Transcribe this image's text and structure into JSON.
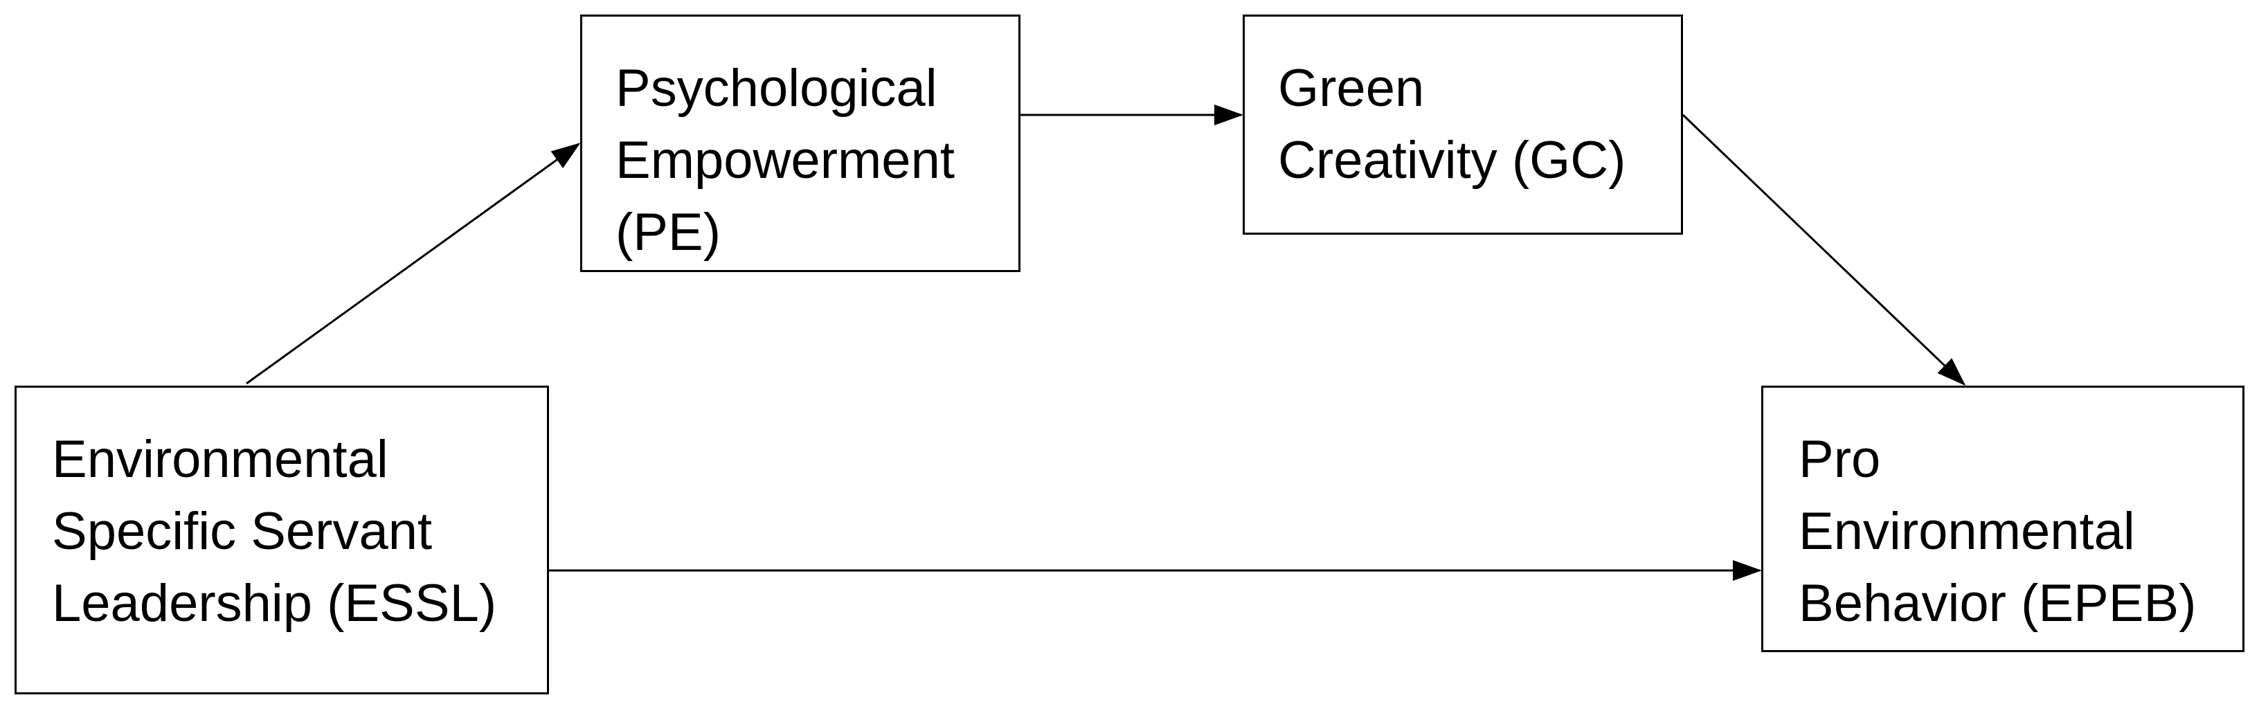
{
  "diagram": {
    "nodes": [
      {
        "id": "pe",
        "lines": [
          "Psychological",
          "Empowerment",
          "(PE)"
        ]
      },
      {
        "id": "gc",
        "lines": [
          "Green",
          "Creativity (GC)"
        ]
      },
      {
        "id": "essl",
        "lines": [
          "Environmental",
          "Specific Servant",
          "Leadership (ESSL)"
        ]
      },
      {
        "id": "epeb",
        "lines": [
          "Pro",
          "Environmental",
          "Behavior (EPEB)"
        ]
      }
    ],
    "edges": [
      {
        "from": "essl",
        "to": "pe"
      },
      {
        "from": "pe",
        "to": "gc"
      },
      {
        "from": "gc",
        "to": "epeb"
      },
      {
        "from": "essl",
        "to": "epeb"
      }
    ],
    "colors": {
      "stroke": "#000000",
      "background": "#ffffff",
      "text": "#000000"
    }
  }
}
